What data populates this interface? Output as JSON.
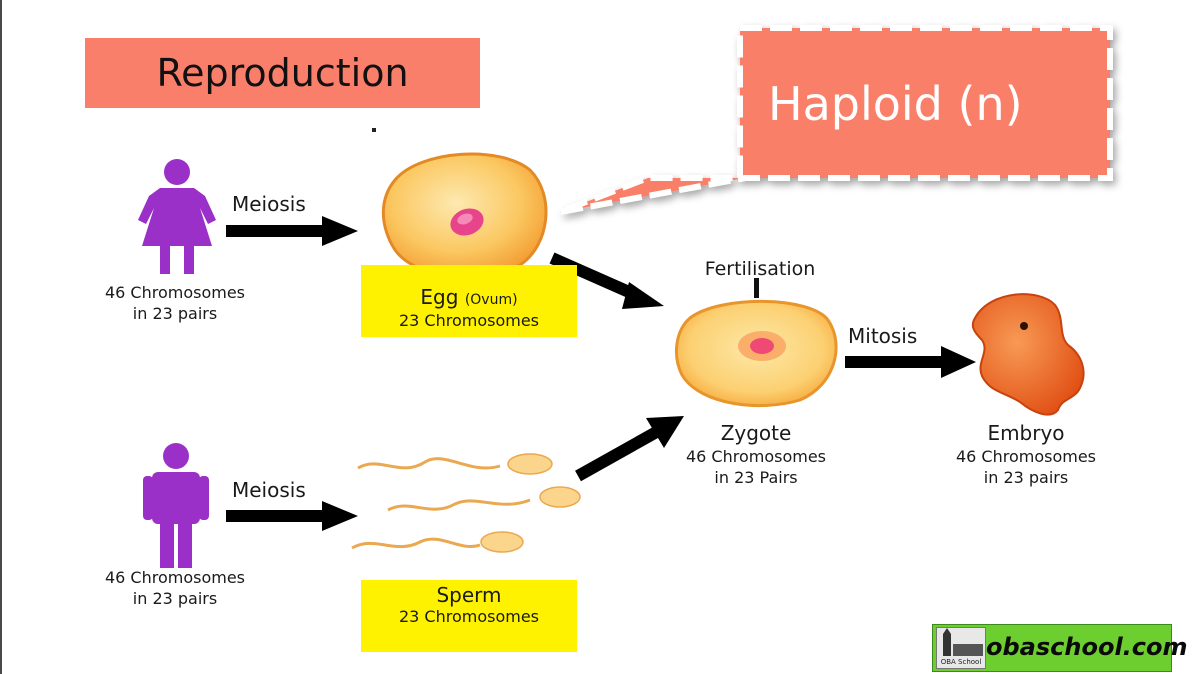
{
  "title": "Reproduction",
  "callout": "Haploid (n)",
  "female": {
    "arrow_label": "Meiosis",
    "caption_line1": "46 Chromosomes",
    "caption_line2": "in 23 pairs"
  },
  "male": {
    "arrow_label": "Meiosis",
    "caption_line1": "46 Chromosomes",
    "caption_line2": "in 23 pairs"
  },
  "egg": {
    "name": "Egg",
    "name_note": "(Ovum)",
    "count": "23 Chromosomes"
  },
  "sperm": {
    "name": "Sperm",
    "count": "23 Chromosomes"
  },
  "fertilisation": "Fertilisation",
  "zygote": {
    "name": "Zygote",
    "line1": "46 Chromosomes",
    "line2": "in 23 Pairs"
  },
  "mitosis": "Mitosis",
  "embryo": {
    "name": "Embryo",
    "line1": "46 Chromosomes",
    "line2": "in 23 pairs"
  },
  "brand": {
    "logo_text": "OBA School",
    "site": "obaschool.com"
  },
  "colors": {
    "title_bg": "#f97f6b",
    "callout_bg": "#f97f6b",
    "person": "#9b30c8",
    "highlight": "#fff200",
    "egg": "#f8b244",
    "nucleus": "#e8448c",
    "embryo": "#e85a1e",
    "brand_bg": "#6ccf2f"
  }
}
